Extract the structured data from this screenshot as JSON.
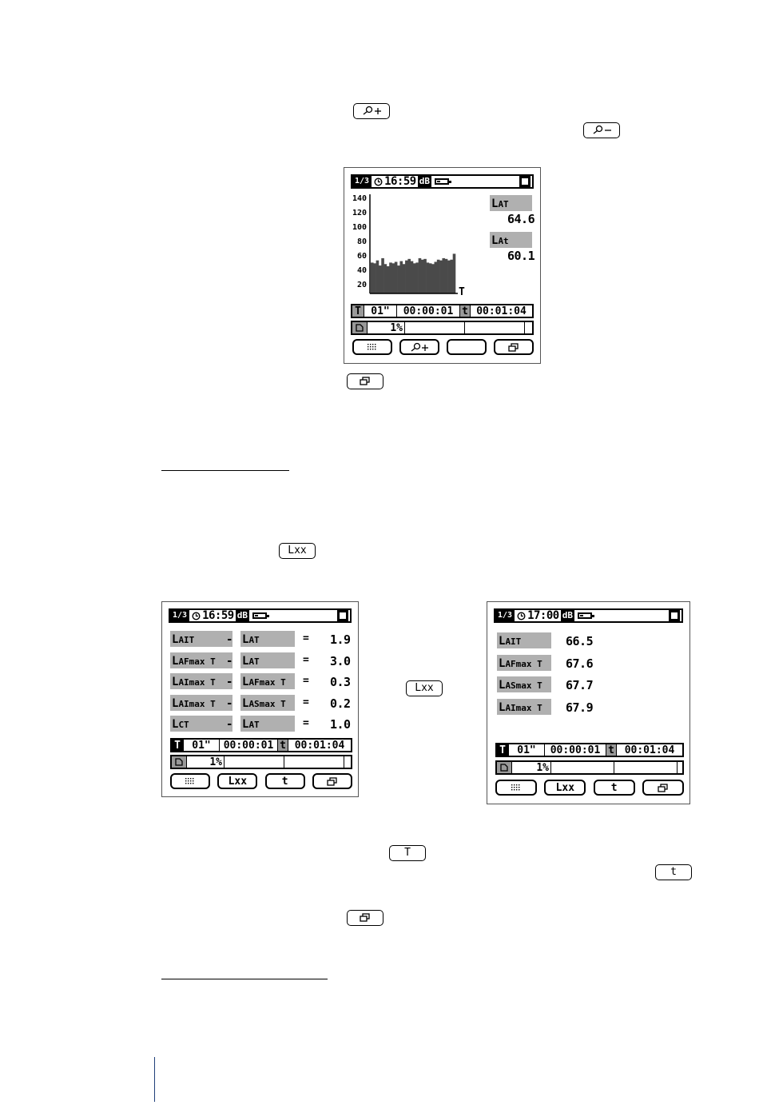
{
  "inline_keys": {
    "zoom_in_icon": "zoom-in",
    "zoom_out_icon": "zoom-out",
    "window_icon": "window",
    "lxx_label": "Lxx",
    "T_label": "T",
    "t_label": "t"
  },
  "screen1": {
    "status": {
      "indicator": "1/3",
      "time": "16:59",
      "unit": "dB"
    },
    "y_ticks": [
      "140",
      "120",
      "100",
      "80",
      "60",
      "40",
      "20"
    ],
    "x_axis_label": "T",
    "chart_data": {
      "type": "area",
      "ylim": [
        10,
        145
      ],
      "values": [
        52,
        51,
        55,
        48,
        58,
        50,
        47,
        52,
        51,
        53,
        48,
        54,
        50,
        55,
        57,
        54,
        51,
        52,
        58,
        56,
        57,
        52,
        51,
        50,
        53,
        56,
        55,
        58,
        57,
        55,
        56,
        64
      ]
    },
    "readouts": [
      {
        "label": "L",
        "sub": "AT",
        "value": "64.6"
      },
      {
        "label": "L",
        "sub": "At",
        "value": "60.1"
      }
    ],
    "timebar": {
      "T_tag": "T",
      "interval": "01\"",
      "elapsed": "00:00:01",
      "t_tag": "t",
      "total": "00:01:04"
    },
    "progress": {
      "percent": "1%"
    },
    "softkeys": [
      "menu",
      "zoom-in",
      "",
      "window"
    ]
  },
  "screen2": {
    "status": {
      "indicator": "1/3",
      "time": "16:59",
      "unit": "dB"
    },
    "rows": [
      {
        "left_l": "L",
        "left_sub": "AIT",
        "right_l": "L",
        "right_sub": "AT",
        "eq": "=",
        "value": "1.9"
      },
      {
        "left_l": "L",
        "left_sub": "AFmax T",
        "right_l": "L",
        "right_sub": "AT",
        "eq": "=",
        "value": "3.0"
      },
      {
        "left_l": "L",
        "left_sub": "AImax T",
        "right_l": "L",
        "right_sub": "AFmax T",
        "eq": "=",
        "value": "0.3"
      },
      {
        "left_l": "L",
        "left_sub": "AImax T",
        "right_l": "L",
        "right_sub": "ASmax T",
        "eq": "=",
        "value": "0.2"
      },
      {
        "left_l": "L",
        "left_sub": "CT",
        "right_l": "L",
        "right_sub": "AT",
        "eq": "=",
        "value": "1.0"
      }
    ],
    "dash": "-",
    "timebar": {
      "T_tag": "T",
      "interval": "01\"",
      "elapsed": "00:00:01",
      "t_tag": "t",
      "total": "00:01:04"
    },
    "progress": {
      "percent": "1%"
    },
    "softkeys": {
      "lxx": "Lxx",
      "t": "t"
    }
  },
  "screen3": {
    "status": {
      "indicator": "1/3",
      "time": "17:00",
      "unit": "dB"
    },
    "rows": [
      {
        "l": "L",
        "sub": "AIT",
        "value": "66.5"
      },
      {
        "l": "L",
        "sub": "AFmax T",
        "value": "67.6"
      },
      {
        "l": "L",
        "sub": "ASmax T",
        "value": "67.7"
      },
      {
        "l": "L",
        "sub": "AImax T",
        "value": "67.9"
      }
    ],
    "timebar": {
      "T_tag": "T",
      "interval": "01\"",
      "elapsed": "00:00:01",
      "t_tag": "t",
      "total": "00:01:04"
    },
    "progress": {
      "percent": "1%"
    },
    "softkeys": {
      "lxx": "Lxx",
      "t": "t"
    }
  }
}
